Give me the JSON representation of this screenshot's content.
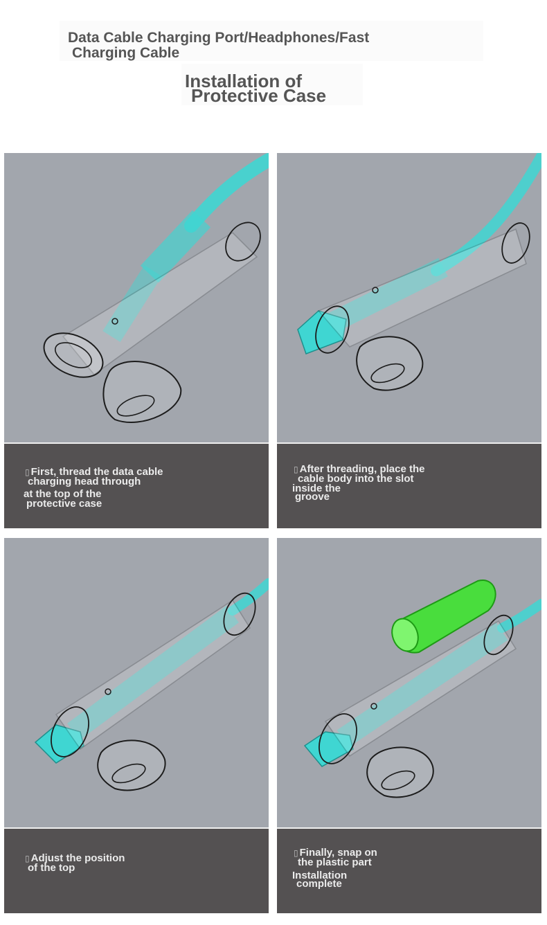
{
  "header": {
    "title_lines": [
      "Data Cable Charging Port/Headphones/Fast",
      "Charging Cable"
    ],
    "subtitle_lines": [
      "Installation of",
      "Protective Case"
    ]
  },
  "steps": [
    {
      "caption_lines": [
        "First, thread the data cable",
        "charging head through",
        "at the top of the",
        "protective case"
      ]
    },
    {
      "caption_lines": [
        "After threading, place the",
        "cable body into the slot",
        "inside the",
        "groove"
      ]
    },
    {
      "caption_lines": [
        "Adjust the position",
        "of the top"
      ]
    },
    {
      "caption_lines": [
        "Finally, snap on",
        "the plastic part",
        "Installation",
        "complete"
      ]
    }
  ],
  "colors": {
    "page_background": "#ffffff",
    "illustration_background": "#a2a6ad",
    "caption_background": "#545152",
    "caption_text": "#ebebeb",
    "title_text": "#555555",
    "cable": "#3fd6d2",
    "snap_part": "#39e629"
  }
}
